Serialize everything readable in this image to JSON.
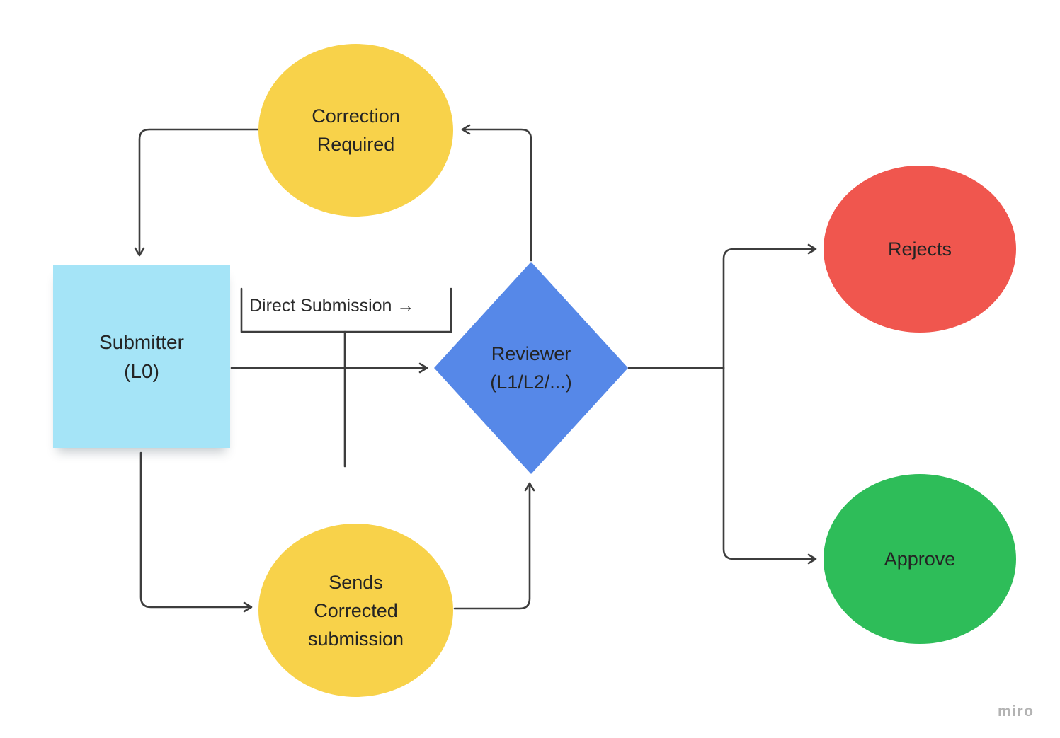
{
  "app": {
    "watermark": "miro"
  },
  "colors": {
    "background": "#ffffff",
    "connector": "#3d3d3d",
    "label_text": "#242424",
    "sticky_blue": "#a5e4f7",
    "ellipse_yellow": "#f8d24a",
    "diamond_blue": "#5688e8",
    "ellipse_red": "#f0564e",
    "ellipse_green": "#2ebd59",
    "watermark_gray": "#b3b3b3"
  },
  "nodes": {
    "correction_required": {
      "line1": "Correction",
      "line2": "Required",
      "shape": "ellipse",
      "color": "#f8d24a"
    },
    "submitter": {
      "line1": "Submitter",
      "line2": "(L0)",
      "shape": "square-sticky",
      "color": "#a5e4f7"
    },
    "reviewer": {
      "line1": "Reviewer",
      "line2": "(L1/L2/...)",
      "shape": "diamond",
      "color": "#5688e8"
    },
    "rejects": {
      "label": "Rejects",
      "shape": "ellipse",
      "color": "#f0564e"
    },
    "approve": {
      "label": "Approve",
      "shape": "ellipse",
      "color": "#2ebd59"
    },
    "sends_corrected": {
      "line1": "Sends",
      "line2": "Corrected",
      "line3": "submission",
      "shape": "ellipse",
      "color": "#f8d24a"
    }
  },
  "edges": {
    "direct_submission_label": "Direct Submission →"
  },
  "connections": [
    {
      "from": "reviewer",
      "to": "correction_required",
      "arrow": true
    },
    {
      "from": "correction_required",
      "to": "submitter",
      "arrow": true
    },
    {
      "from": "submitter",
      "to": "reviewer",
      "arrow": true,
      "label": "Direct Submission →"
    },
    {
      "from": "submitter",
      "to": "sends_corrected",
      "arrow": true
    },
    {
      "from": "sends_corrected",
      "to": "reviewer",
      "arrow": true
    },
    {
      "from": "reviewer",
      "to": "rejects",
      "arrow": true
    },
    {
      "from": "reviewer",
      "to": "approve",
      "arrow": true
    }
  ]
}
